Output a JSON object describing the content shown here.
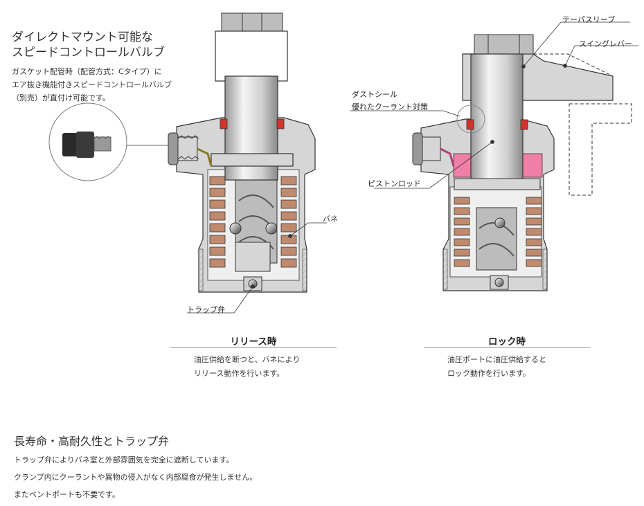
{
  "heading": {
    "lines": [
      "ダイレクトマウント可能な",
      "スピードコントロールバルブ"
    ]
  },
  "intro": {
    "lines": [
      "ガスケット配管時（配管方式：Cタイプ）に",
      "エア抜き機能付きスピードコントロールバルブ",
      "（別売）が直付け可能です。"
    ]
  },
  "labels": {
    "spring": "バネ",
    "trap_valve": "トラップ弁",
    "taper_sleeve": "テーパスリーブ",
    "swing_lever": "スイングレバー",
    "dust_seal_lines": [
      "ダストシール",
      "優れたクーラント対策"
    ],
    "piston_rod": "ピストンロッド"
  },
  "release": {
    "title": "リリース時",
    "lines": [
      "油圧供給を断つと、バネにより",
      "リリース動作を行います。"
    ]
  },
  "lock": {
    "title": "ロック時",
    "lines": [
      "油圧ポートに油圧供給すると",
      "ロック動作を行います。"
    ]
  },
  "bottom": {
    "title": "長寿命・高耐久性とトラップ弁",
    "lines": [
      "トラップ弁によりバネ室と外部雰囲気を完全に遮断しています。",
      "クランプ内にクーラントや異物の侵入がなく内部腐食が発生しません。",
      "またベントポートも不要です。"
    ]
  },
  "colors": {
    "body": "#d4d4d4",
    "spring": "#c08a6e",
    "seal": "#d0342c",
    "oil": "#f07fa8",
    "line": "#333333"
  }
}
